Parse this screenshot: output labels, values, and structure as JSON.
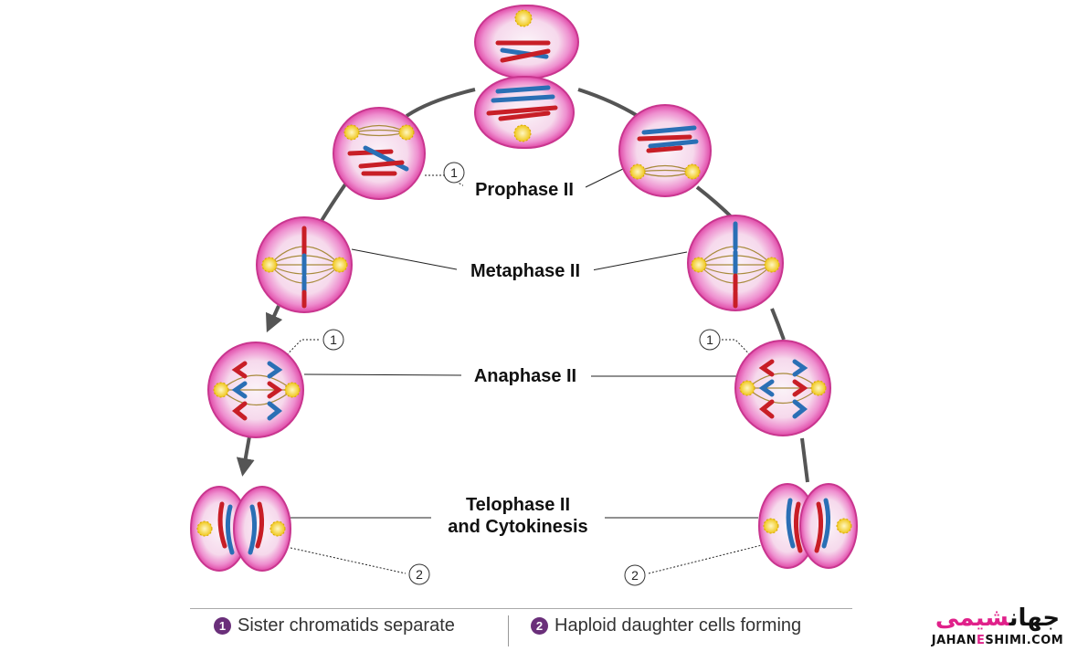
{
  "stages": {
    "prophase": "Prophase II",
    "metaphase": "Metaphase II",
    "anaphase": "Anaphase II",
    "telophase_line1": "Telophase II",
    "telophase_line2": "and Cytokinesis"
  },
  "callouts": {
    "one": "1",
    "two": "2"
  },
  "legend": {
    "item1_num": "1",
    "item1_text": "Sister chromatids separate",
    "item2_num": "2",
    "item2_text": "Haploid daughter cells forming"
  },
  "logo": {
    "persian_a": "شیمی",
    "persian_b": "جهان",
    "latin_a": "JAHAN",
    "latin_mid": "E",
    "latin_b": "SHIMI.COM"
  },
  "colors": {
    "membrane": "#e04aa8",
    "cytoplasm": "#f9e6f3",
    "chromosome_red": "#c81e26",
    "chromosome_blue": "#2a6fb5",
    "centrosome": "#f4d21f",
    "spindle": "#a88a3c",
    "arc": "#555555"
  }
}
